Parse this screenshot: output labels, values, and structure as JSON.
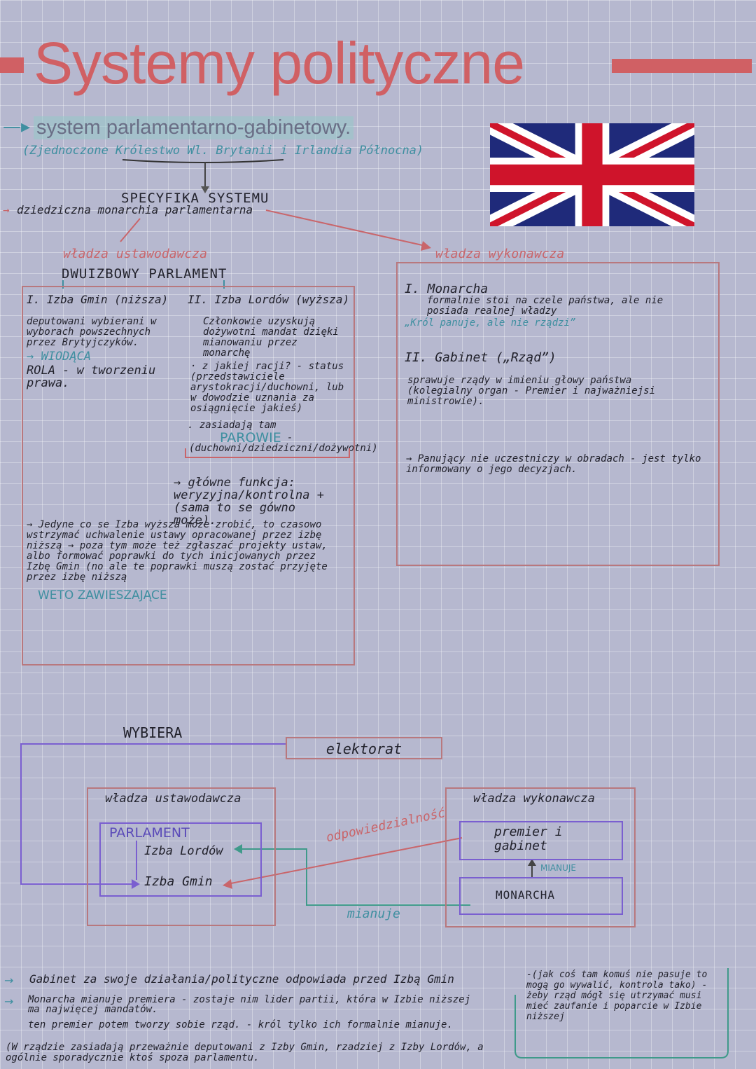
{
  "title": "Systemy polityczne",
  "subtitle": "system parlamentarno-gabinetowy.",
  "country": "(Zjednoczone Królestwo Wl. Brytanii i Irlandia Północna)",
  "spec": {
    "heading": "SPECYFIKA SYSTEMU",
    "line": "dziedziczna monarchia parlamentarna"
  },
  "left_header": {
    "label": "władza ustawodawcza",
    "parliament": "DWUIZBOWY PARLAMENT"
  },
  "right_header": {
    "label": "władza wykonawcza"
  },
  "izba_gmin": {
    "title": "I. Izba Gmin (niższa)",
    "desc": "deputowani wybierani w wyborach powszechnych przez Brytyjczyków.",
    "role1": "→ WIODĄCA",
    "role2": "ROLA - w tworzeniu prawa."
  },
  "izba_lordow": {
    "title": "II. Izba Lordów (wyższa)",
    "desc1": "Członkowie uzyskują dożywotni mandat dzięki mianowaniu przez monarchę",
    "desc2": "· z jakiej racji? - status (przedstawiciele arystokracji/duchowni, lub w dowodzie uznania za osiągnięcie jakieś)",
    "desc3": ". zasiadają tam",
    "parowie": "PAROWIE",
    "parowie_rest": "-(duchowni/dziedziczni/dożywotni)",
    "func": "→ główne funkcja: weryzyjna/kontrolna +(sama to se gówno może)."
  },
  "veto": {
    "intro": "→ Jedyne co se Izba wyższa może zrobić, to czasowo wstrzymać uchwalenie ustawy opracowanej przez izbę niższą → poza tym może też zgłaszać projekty ustaw, albo formować poprawki do tych inicjowanych przez Izbę Gmin (no ale te poprawki muszą zostać przyjęte przez izbę niższą",
    "label": "WETO ZAWIESZAJĄCE"
  },
  "monarcha": {
    "title": "I. Monarcha",
    "desc": "formalnie stoi na czele państwa, ale nie posiada realnej władzy",
    "quote": "„Król panuje, ale nie rządzi”"
  },
  "gabinet": {
    "title": "II. Gabinet („Rząd”)",
    "desc": "sprawuje rządy w imieniu głowy państwa (kolegialny organ - Premier i najważniejsi ministrowie)."
  },
  "panujacy": "→ Panujący nie uczestniczy w obradach - jest tylko informowany o jego decyzjach.",
  "diagram": {
    "wybiera": "WYBIERA",
    "elektorat": "elektorat",
    "left_label": "władza ustawodawcza",
    "parlament": "PARLAMENT",
    "lordow": "Izba Lordów",
    "gmin": "Izba Gmin",
    "right_label": "władza wykonawcza",
    "premier": "premier i gabinet",
    "mianuje_small": "MIANUJE",
    "monarcha": "MONARCHA",
    "odpowiedzialnosc": "odpowiedzialność",
    "mianuje": "mianuje"
  },
  "bottom": {
    "line1": "Gabinet za swoje działania/polityczne odpowiada przed Izbą Gmin",
    "line2": "Monarcha mianuje premiera - zostaje nim lider partii, która w Izbie niższej ma najwięcej mandatów.",
    "line3": "ten premier potem tworzy sobie rząd. - król tylko ich formalnie mianuje.",
    "line4": "(W rządzie zasiadają przeważnie deputowani z Izby Gmin, rzadziej z Izby Lordów, a ogólnie sporadycznie ktoś spoza parlamentu.",
    "aside": "-(jak coś tam komuś nie pasuje to mogą go wywalić, kontrola tako) - żeby rząd mógł się utrzymać musi mieć zaufanie i poparcie w Izbie niższej"
  },
  "colors": {
    "title": "#d06064",
    "accent_blue": "#3f8fa0",
    "box_red": "#b8787e",
    "box_purple": "#7a5fd0"
  }
}
